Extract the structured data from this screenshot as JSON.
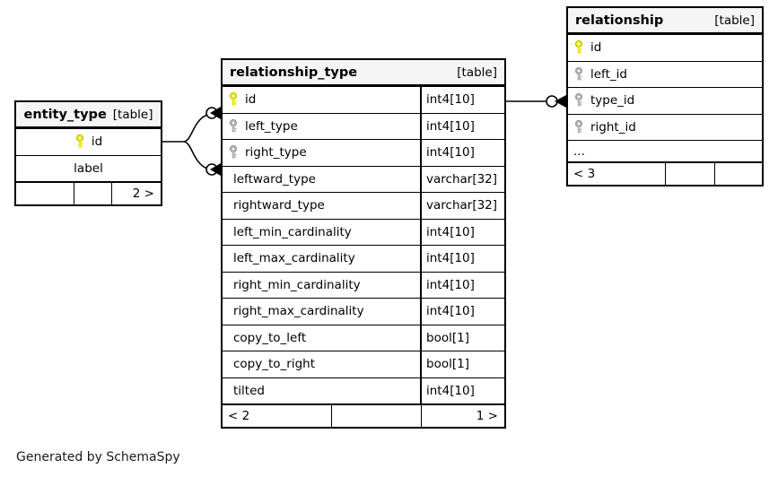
{
  "diagram": {
    "caption": "Generated by SchemaSpy",
    "kind_label": "[table]",
    "ellipsis": "...",
    "colors": {
      "primary_key": "#e8e800",
      "foreign_key": "#b3b3b3",
      "header_background": "#f5f5f5",
      "border": "#000000",
      "background": "#ffffff"
    }
  },
  "tables": {
    "entity_type": {
      "name": "entity_type",
      "kind": "[table]",
      "columns": [
        {
          "name": "id",
          "type": "",
          "key": "primary"
        },
        {
          "name": "label",
          "type": "",
          "key": "none"
        }
      ],
      "footer": {
        "left": "",
        "middle": "",
        "right": "2 >"
      }
    },
    "relationship_type": {
      "name": "relationship_type",
      "kind": "[table]",
      "columns": [
        {
          "name": "id",
          "type": "int4[10]",
          "key": "primary"
        },
        {
          "name": "left_type",
          "type": "int4[10]",
          "key": "foreign"
        },
        {
          "name": "right_type",
          "type": "int4[10]",
          "key": "foreign"
        },
        {
          "name": "leftward_type",
          "type": "varchar[32]",
          "key": "none"
        },
        {
          "name": "rightward_type",
          "type": "varchar[32]",
          "key": "none"
        },
        {
          "name": "left_min_cardinality",
          "type": "int4[10]",
          "key": "none"
        },
        {
          "name": "left_max_cardinality",
          "type": "int4[10]",
          "key": "none"
        },
        {
          "name": "right_min_cardinality",
          "type": "int4[10]",
          "key": "none"
        },
        {
          "name": "right_max_cardinality",
          "type": "int4[10]",
          "key": "none"
        },
        {
          "name": "copy_to_left",
          "type": "bool[1]",
          "key": "none"
        },
        {
          "name": "copy_to_right",
          "type": "bool[1]",
          "key": "none"
        },
        {
          "name": "tilted",
          "type": "int4[10]",
          "key": "none"
        }
      ],
      "footer": {
        "left": "< 2",
        "middle": "",
        "right": "1 >"
      }
    },
    "relationship": {
      "name": "relationship",
      "kind": "[table]",
      "columns": [
        {
          "name": "id",
          "type": "",
          "key": "primary"
        },
        {
          "name": "left_id",
          "type": "",
          "key": "foreign"
        },
        {
          "name": "type_id",
          "type": "",
          "key": "foreign"
        },
        {
          "name": "right_id",
          "type": "",
          "key": "foreign"
        }
      ],
      "more_indicator": "...",
      "footer": {
        "left": "< 3",
        "middle": "",
        "right": ""
      }
    }
  },
  "relationships": [
    {
      "from_table": "entity_type",
      "from_column": "id",
      "to_table": "relationship_type",
      "to_column": "left_type",
      "cardinality": "zero-or-many"
    },
    {
      "from_table": "entity_type",
      "from_column": "id",
      "to_table": "relationship_type",
      "to_column": "right_type",
      "cardinality": "zero-or-many"
    },
    {
      "from_table": "relationship_type",
      "from_column": "id",
      "to_table": "relationship",
      "to_column": "type_id",
      "cardinality": "zero-or-many"
    }
  ]
}
